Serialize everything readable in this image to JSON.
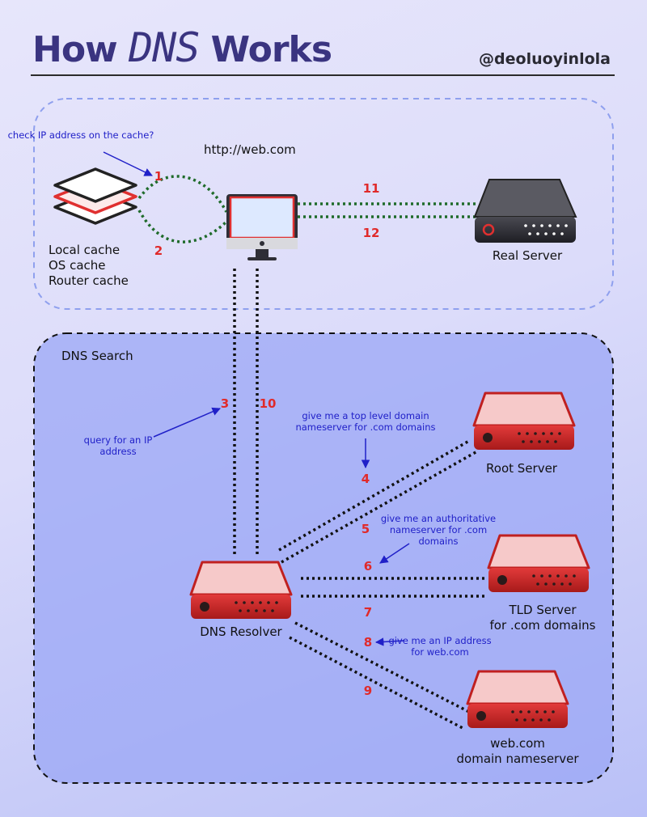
{
  "header": {
    "title_pre": "How ",
    "title_dns": "DNS",
    "title_post": " Works",
    "handle": "@deoluoyinlola"
  },
  "colors": {
    "title": "#3a3480",
    "accent": "#e02a2a",
    "note": "#2020c8",
    "connector": "#1f6b2a"
  },
  "top_section": {
    "url": "http://web.com",
    "cache_note": "check IP address on the cache?",
    "cache_labels": [
      "Local cache",
      "OS cache",
      "Router cache"
    ],
    "real_server_label": "Real Server"
  },
  "dns_section": {
    "title": "DNS Search",
    "resolver_label": "DNS Resolver",
    "root_label": "Root Server",
    "tld_label_line1": "TLD Server",
    "tld_label_line2": "for .com domains",
    "ns_label_line1": "web.com",
    "ns_label_line2": "domain nameserver",
    "note_query": "query for an IP address",
    "note_root": "give me a top level domain nameserver for .com domains",
    "note_tld": "give me an authoritative nameserver for .com domains",
    "note_ns": "give me an IP address for web.com"
  },
  "steps": [
    "1",
    "2",
    "3",
    "4",
    "5",
    "6",
    "7",
    "8",
    "9",
    "10",
    "11",
    "12"
  ],
  "icons": [
    "stack-layers-icon",
    "monitor-icon",
    "server-icon"
  ]
}
